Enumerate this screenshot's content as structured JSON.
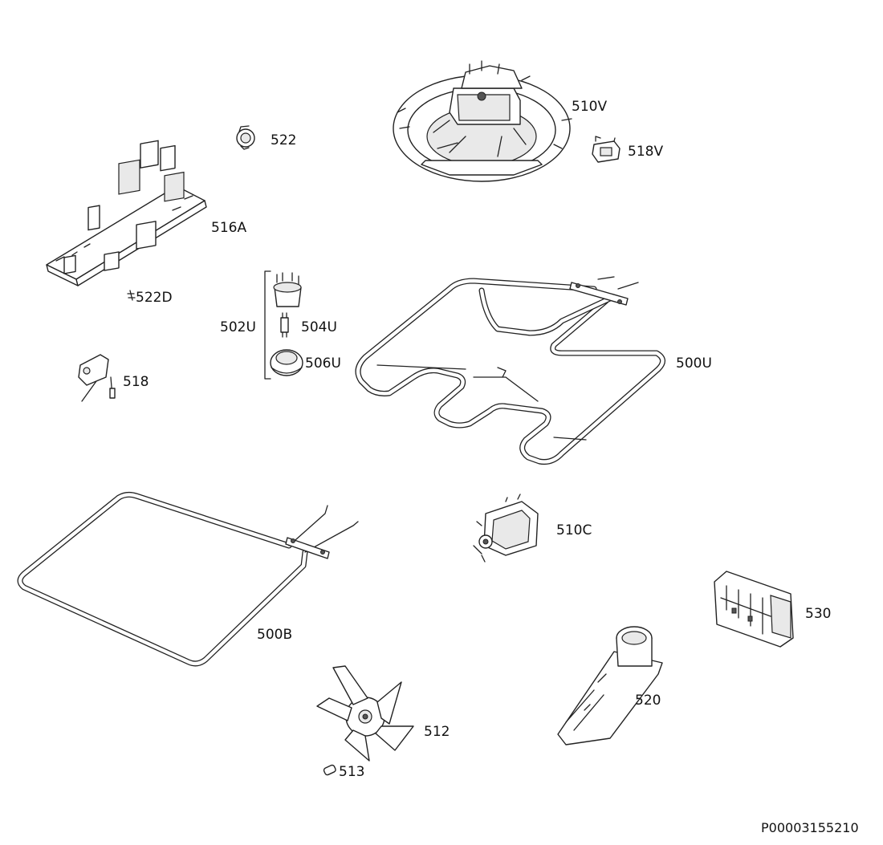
{
  "document_code": "P00003155210",
  "labels": {
    "p510V": "510V",
    "p522": "522",
    "p518V": "518V",
    "p516A": "516A",
    "p522D": "522D",
    "p502U": "502U",
    "p504U": "504U",
    "p506U": "506U",
    "p500U": "500U",
    "p518": "518",
    "p510C": "510C",
    "p500B": "500B",
    "p530": "530",
    "p520": "520",
    "p512": "512",
    "p513": "513"
  }
}
